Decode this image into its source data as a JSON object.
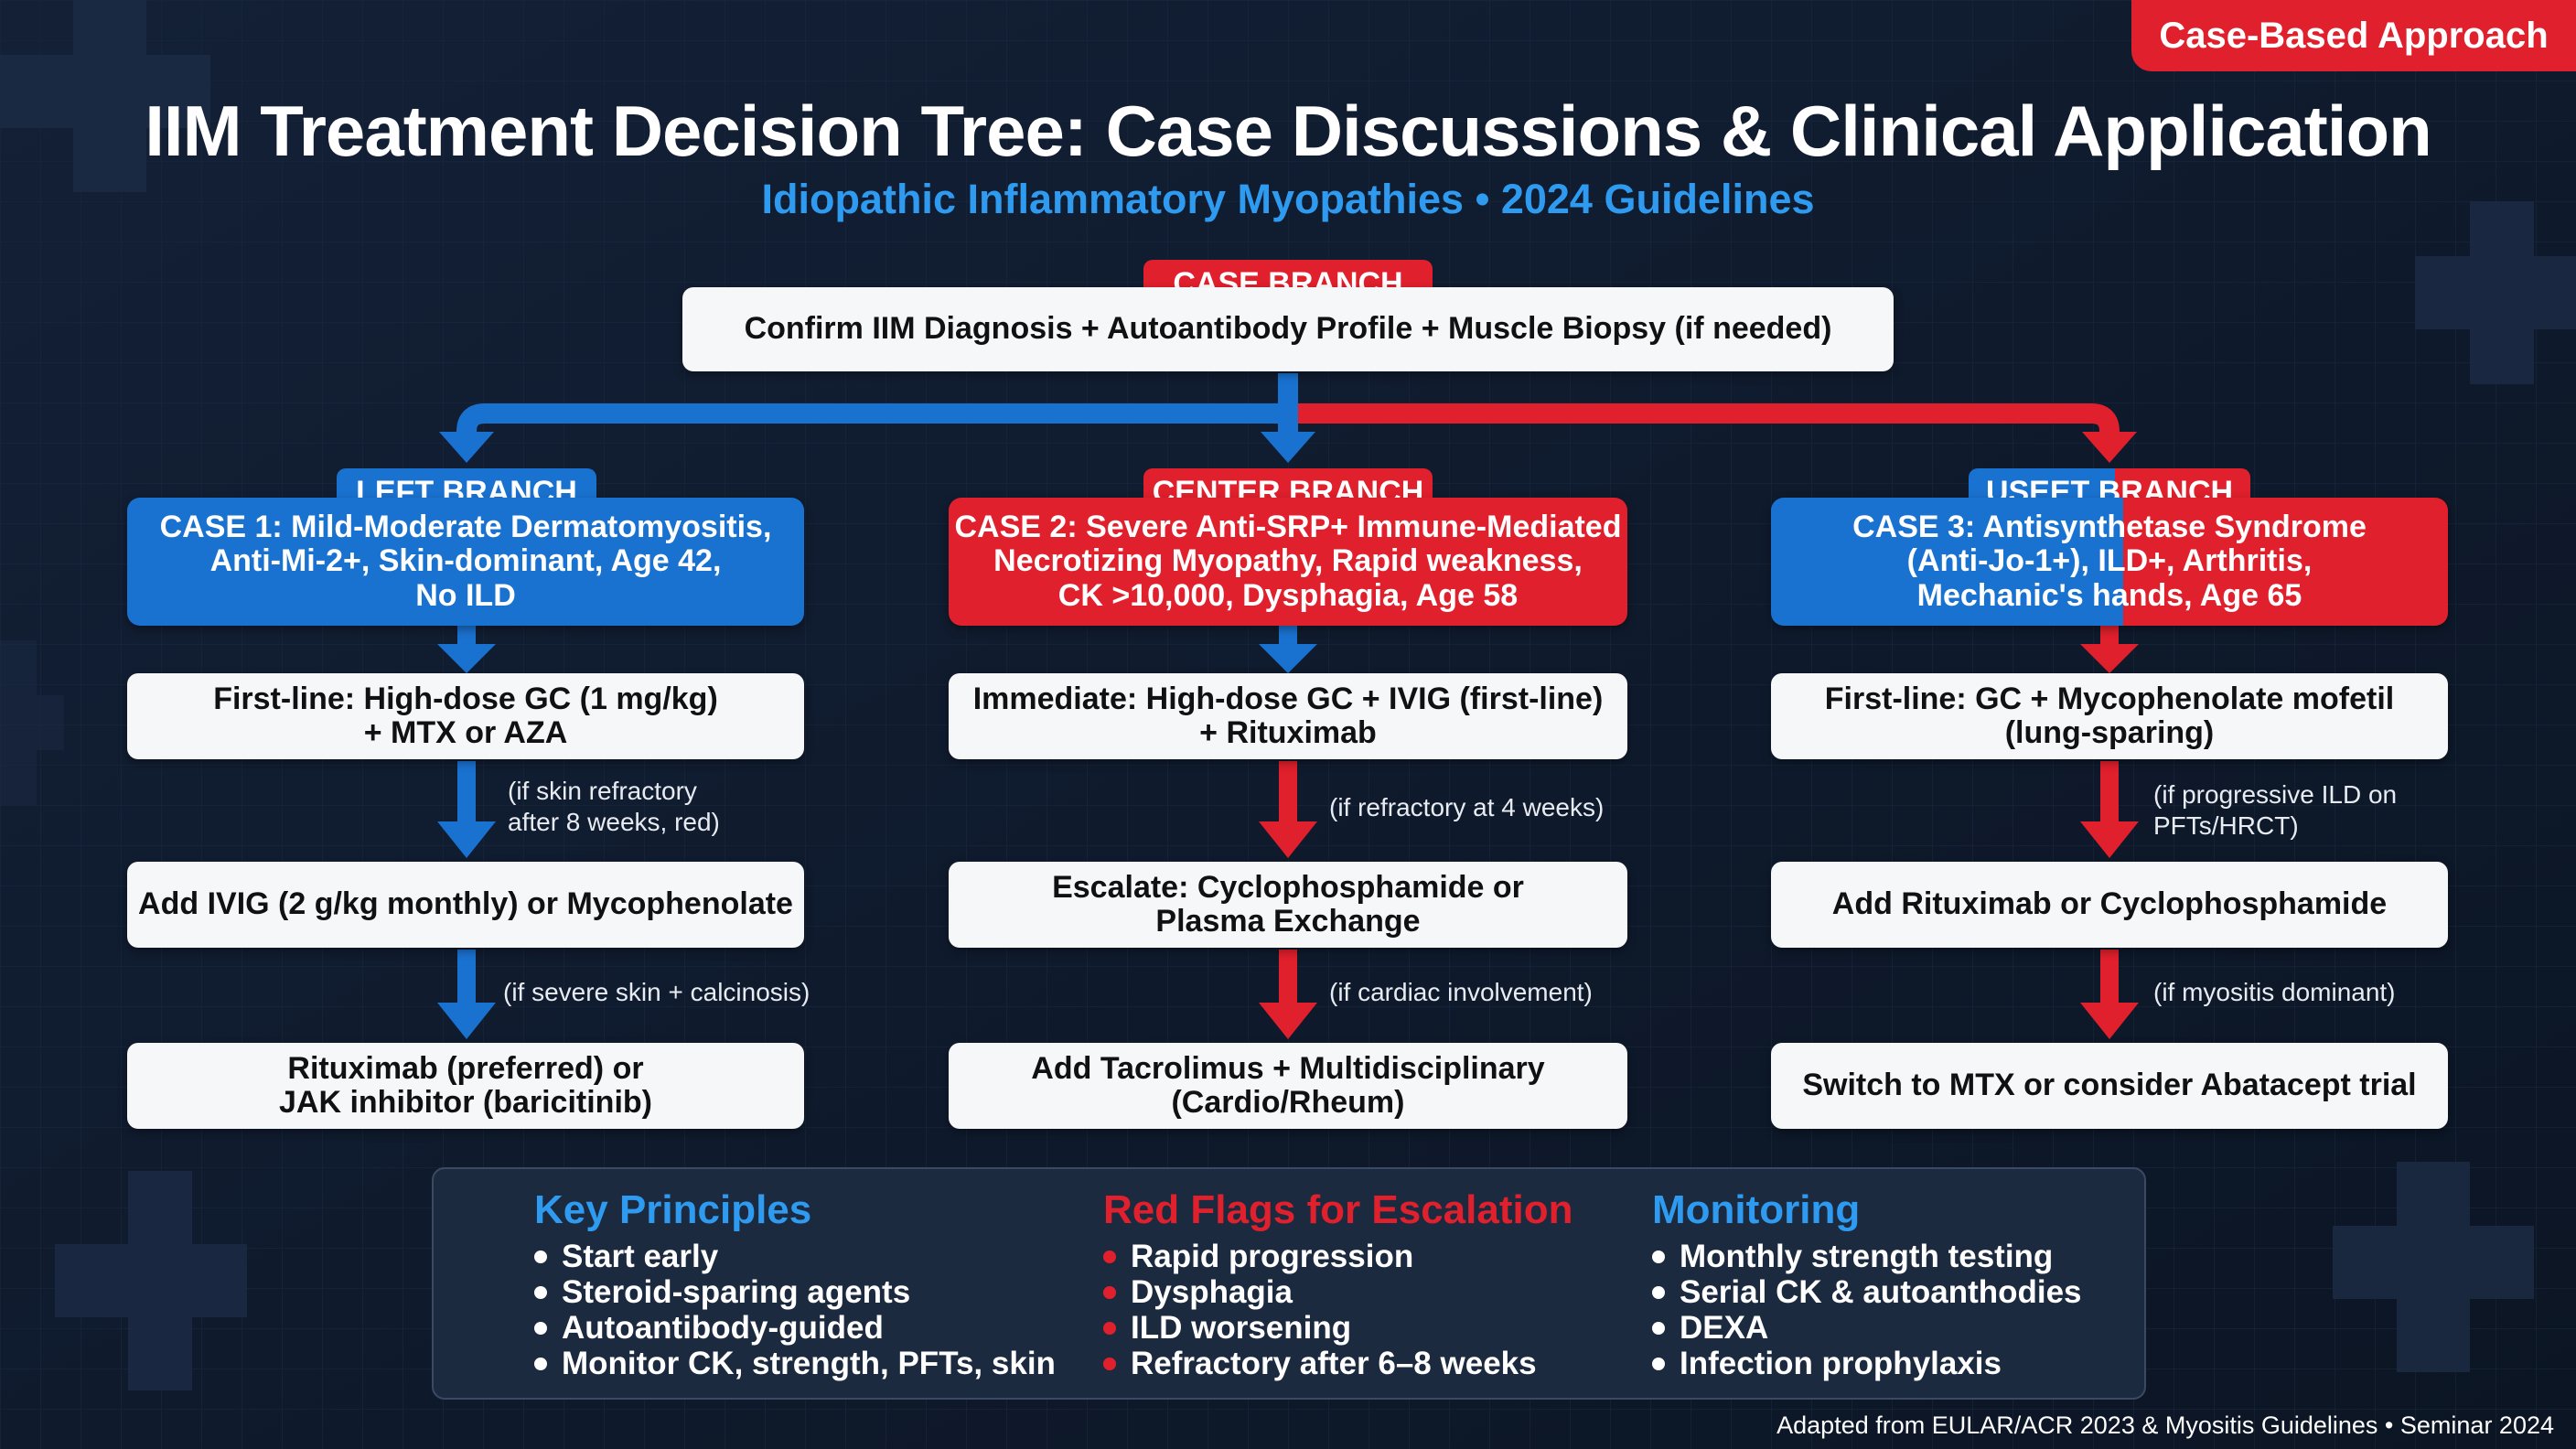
{
  "colors": {
    "blue": "#1a72d0",
    "red": "#e0202c",
    "background": "#0f1a2c",
    "accent_text": "#2f9bf0"
  },
  "badge": "Case-Based Approach",
  "title": "IIM Treatment Decision Tree: Case Discussions & Clinical Application",
  "subtitle": "Idiopathic Inflammatory Myopathies • 2024 Guidelines",
  "root": {
    "tag": "CASE BRANCH",
    "text": "Confirm IIM Diagnosis + Autoantibody Profile + Muscle Biopsy (if needed)"
  },
  "branches": [
    {
      "tag": "LEFT BRANCH",
      "case": [
        "CASE 1: Mild-Moderate Dermatomyositis,",
        "Anti-Mi-2+, Skin-dominant, Age 42,",
        "No ILD"
      ],
      "step1": [
        "First-line: High-dose GC (1 mg/kg)",
        "+ MTX or AZA"
      ],
      "note1": [
        "(if skin refractory",
        "after 8 weeks, red)"
      ],
      "step2": [
        "Add IVIG (2 g/kg monthly) or Mycophenolate"
      ],
      "note2": [
        "(if severe skin + calcinosis)"
      ],
      "step3": [
        "Rituximab (preferred) or",
        "JAK inhibitor (baricitinib)"
      ]
    },
    {
      "tag": "CENTER BRANCH",
      "case": [
        "CASE 2: Severe Anti-SRP+ Immune-Mediated",
        "Necrotizing Myopathy, Rapid weakness,",
        "CK >10,000, Dysphagia, Age 58"
      ],
      "step1": [
        "Immediate: High-dose GC + IVIG (first-line)",
        "+ Rituximab"
      ],
      "note1": [
        "(if refractory at 4 weeks)"
      ],
      "step2": [
        "Escalate: Cyclophosphamide or",
        "Plasma Exchange"
      ],
      "note2": [
        "(if cardiac involvement)"
      ],
      "step3": [
        "Add Tacrolimus + Multidisciplinary",
        "(Cardio/Rheum)"
      ]
    },
    {
      "tag": "USEET BRANCH",
      "case": [
        "CASE 3: Antisynthetase Syndrome",
        "(Anti-Jo-1+), ILD+, Arthritis,",
        "Mechanic's hands, Age 65"
      ],
      "step1": [
        "First-line: GC + Mycophenolate mofetil",
        "(lung-sparing)"
      ],
      "note1": [
        "(if progressive ILD on",
        "PFTs/HRCT)"
      ],
      "step2": [
        "Add Rituximab or Cyclophosphamide"
      ],
      "note2": [
        "(if myositis dominant)"
      ],
      "step3": [
        "Switch to MTX or consider Abatacept trial"
      ]
    }
  ],
  "summary": {
    "key_principles": {
      "heading": "Key Principles",
      "items": [
        "Start early",
        "Steroid-sparing agents",
        "Autoantibody-guided",
        "Monitor CK, strength, PFTs, skin"
      ]
    },
    "red_flags": {
      "heading": "Red Flags for Escalation",
      "items": [
        "Rapid progression",
        "Dysphagia",
        "ILD worsening",
        "Refractory after 6–8 weeks"
      ]
    },
    "monitoring": {
      "heading": "Monitoring",
      "items": [
        "Monthly strength testing",
        "Serial CK & autoanthodies",
        "DEXA",
        "Infection prophylaxis"
      ]
    }
  },
  "footer": "Adapted from EULAR/ACR 2023 & Myositis Guidelines • Seminar 2024"
}
